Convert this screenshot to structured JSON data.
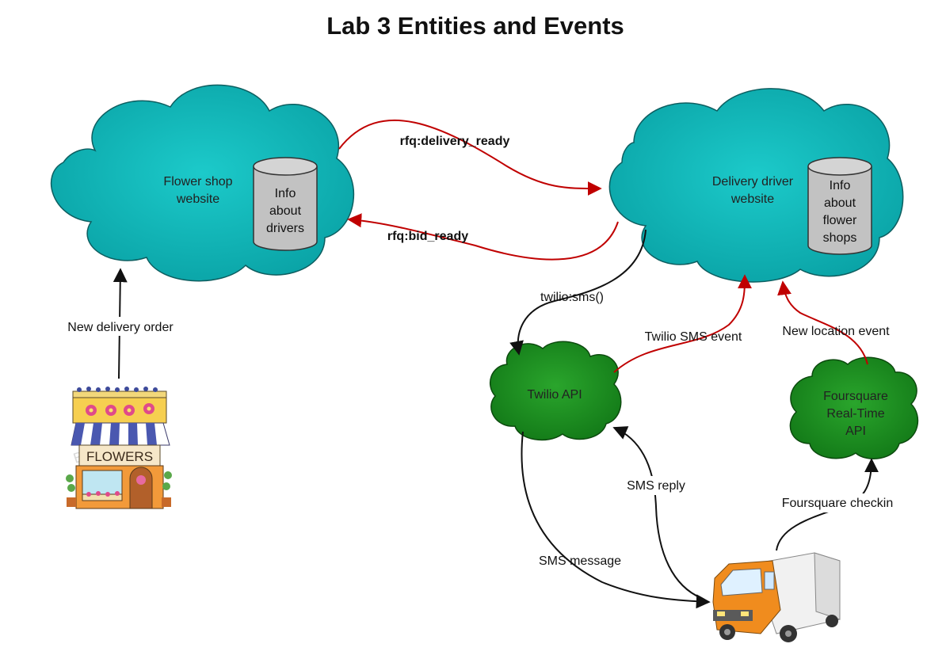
{
  "diagram": {
    "title": "Lab 3 Entities and Events",
    "nodes": {
      "flower_shop": {
        "label_line1": "Flower shop",
        "label_line2": "website",
        "db_lines": [
          "Info",
          "about",
          "drivers"
        ]
      },
      "delivery_driver": {
        "label_line1": "Delivery driver",
        "label_line2": "website",
        "db_lines": [
          "Info",
          "about",
          "flower",
          "shops"
        ]
      },
      "twilio": {
        "label": "Twilio API"
      },
      "foursquare": {
        "label_lines": [
          "Foursquare",
          "Real-Time",
          "API"
        ]
      },
      "shop_picture": {
        "sign": "FLOWERS",
        "watermark": "Brian"
      }
    },
    "edges": {
      "delivery_ready": "rfq:delivery_ready",
      "bid_ready": "rfq:bid_ready",
      "new_order": "New delivery order",
      "twilio_sms": "twilio:sms()",
      "sms_event": "Twilio SMS event",
      "location_event": "New location event",
      "sms_reply": "SMS reply",
      "sms_message": "SMS message",
      "checkin": "Foursquare checkin"
    },
    "colors": {
      "cloud_teal": "#0fb8b8",
      "cloud_green": "#1f8f23",
      "event_arrow": "#c00000",
      "call_arrow": "#111111"
    }
  }
}
